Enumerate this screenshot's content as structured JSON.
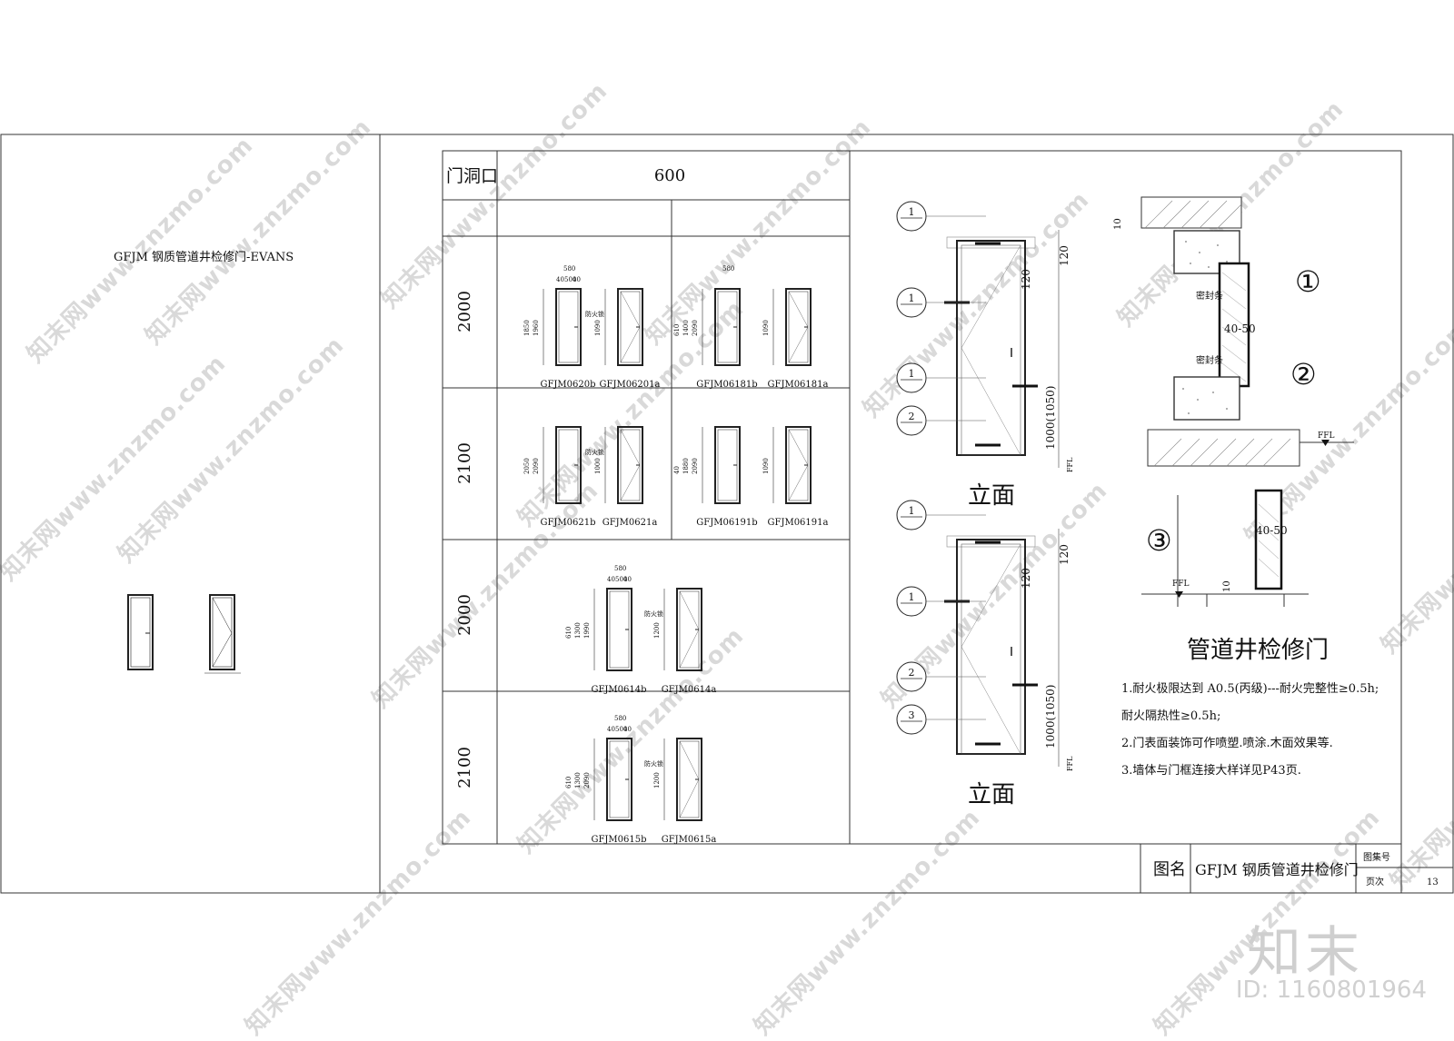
{
  "left_panel": {
    "title": "GFJM 钢质管道井检修门-EVANS"
  },
  "table": {
    "header_label": "门洞口",
    "header_value": "600",
    "rows": [
      {
        "height": "2000",
        "items": [
          {
            "code": "GFJM0620b",
            "dims": [
              "580",
              "40",
              "500",
              "40"
            ],
            "vdims": [
              "1960",
              "1850"
            ]
          },
          {
            "code": "GFJM06201a",
            "note": "防火锁",
            "vdims": [
              "1090"
            ]
          },
          {
            "code": "GFJM06181b",
            "dims": [
              "580"
            ],
            "vdims": [
              "2090",
              "1400",
              "610"
            ]
          },
          {
            "code": "GFJM06181a",
            "vdims": [
              "1090"
            ]
          }
        ]
      },
      {
        "height": "2100",
        "items": [
          {
            "code": "GFJM0621b",
            "vdims": [
              "2090",
              "2050"
            ]
          },
          {
            "code": "GFJM0621a",
            "note": "防火锁",
            "vdims": [
              "1000"
            ]
          },
          {
            "code": "GFJM06191b",
            "vdims": [
              "2090",
              "1880",
              "40"
            ]
          },
          {
            "code": "GFJM06191a",
            "vdims": [
              "1090"
            ]
          }
        ]
      },
      {
        "height": "2000",
        "items": [
          {
            "code": "GFJM0614b",
            "dims": [
              "580",
              "40",
              "500",
              "40"
            ],
            "vdims": [
              "1990",
              "1300",
              "610"
            ]
          },
          {
            "code": "GFJM0614a",
            "note": "防火锁",
            "vdims": [
              "1200"
            ]
          }
        ]
      },
      {
        "height": "2100",
        "items": [
          {
            "code": "GFJM0615b",
            "dims": [
              "580",
              "40",
              "500",
              "40"
            ],
            "vdims": [
              "2090",
              "1300",
              "610"
            ]
          },
          {
            "code": "GFJM0615a",
            "note": "防火锁",
            "vdims": [
              "1200"
            ]
          }
        ]
      }
    ]
  },
  "elevations": {
    "label": "立面",
    "dim_120": "120",
    "dim_1000": "1000(1050)",
    "ffl": "FFL",
    "markers_top": [
      "1",
      "1",
      "1",
      "2"
    ],
    "markers_bottom": [
      "1",
      "1",
      "2",
      "3"
    ]
  },
  "details": {
    "seal_label": "密封条",
    "thickness": "40-50",
    "small_dim": "10",
    "ffl": "FFL",
    "circled": [
      "①",
      "②",
      "③"
    ]
  },
  "section_title": "管道井检修门",
  "notes": [
    "1.耐火极限达到 A0.5(丙级)---耐火完整性≥0.5h;",
    "耐火隔热性≥0.5h;",
    "2.门表面装饰可作喷塑.喷涂.木面效果等.",
    "3.墙体与门框连接大样详见P43页."
  ],
  "title_block": {
    "name_label": "图名",
    "name_value": "GFJM 钢质管道井检修门",
    "atlas_label": "图集号",
    "page_label": "页次",
    "page_value": "13"
  },
  "watermark": {
    "text": "知末网www.znzmo.com",
    "brand": "知末",
    "id": "ID: 1160801964"
  }
}
